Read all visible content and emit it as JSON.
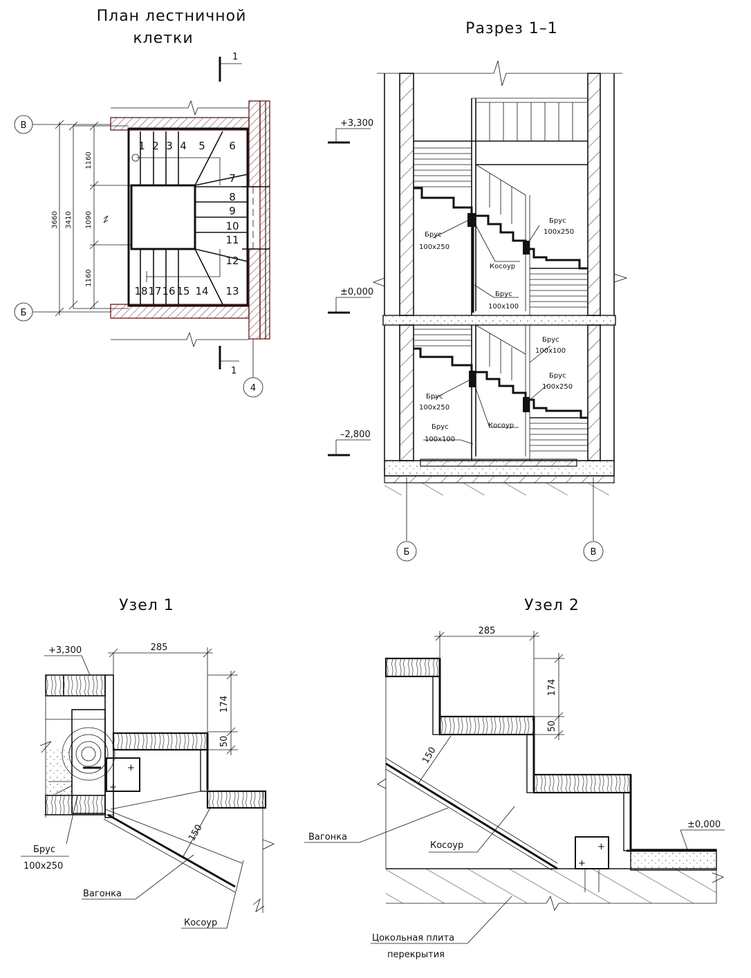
{
  "plan": {
    "title_line1": "План лестничной",
    "title_line2": "клетки",
    "section_mark": "1",
    "axis_v": "В",
    "axis_b": "Б",
    "axis_4": "4",
    "dim_total": "3660",
    "dim_inner": "3410",
    "dim_a": "1160",
    "dim_b": "1090",
    "dim_c": "1160",
    "steps": [
      "1",
      "2",
      "3",
      "4",
      "5",
      "6",
      "7",
      "8",
      "9",
      "10",
      "11",
      "12",
      "13",
      "14",
      "15",
      "16",
      "17",
      "18"
    ]
  },
  "section": {
    "title": "Разрез 1–1",
    "level_top": "+3,300",
    "level_zero": "±0,000",
    "level_bottom": "–2,800",
    "brus_label": "Брус",
    "brus_100x250": "100x250",
    "brus_100x100": "100x100",
    "kosour": "Косоур",
    "axis_b": "Б",
    "axis_v": "В"
  },
  "node1": {
    "title": "Узел 1",
    "level": "+3,300",
    "dim_285": "285",
    "dim_174": "174",
    "dim_50": "50",
    "dim_150": "150",
    "brus_label": "Брус",
    "brus_size": "100x250",
    "vagonka": "Вагонка",
    "kosour": "Косоур"
  },
  "node2": {
    "title": "Узел 2",
    "dim_285": "285",
    "dim_174": "174",
    "dim_50": "50",
    "dim_150": "150",
    "level": "±0,000",
    "vagonka": "Вагонка",
    "kosour": "Косоур",
    "plate_line1": "Цокольная плита",
    "plate_line2": "перекрытия"
  }
}
